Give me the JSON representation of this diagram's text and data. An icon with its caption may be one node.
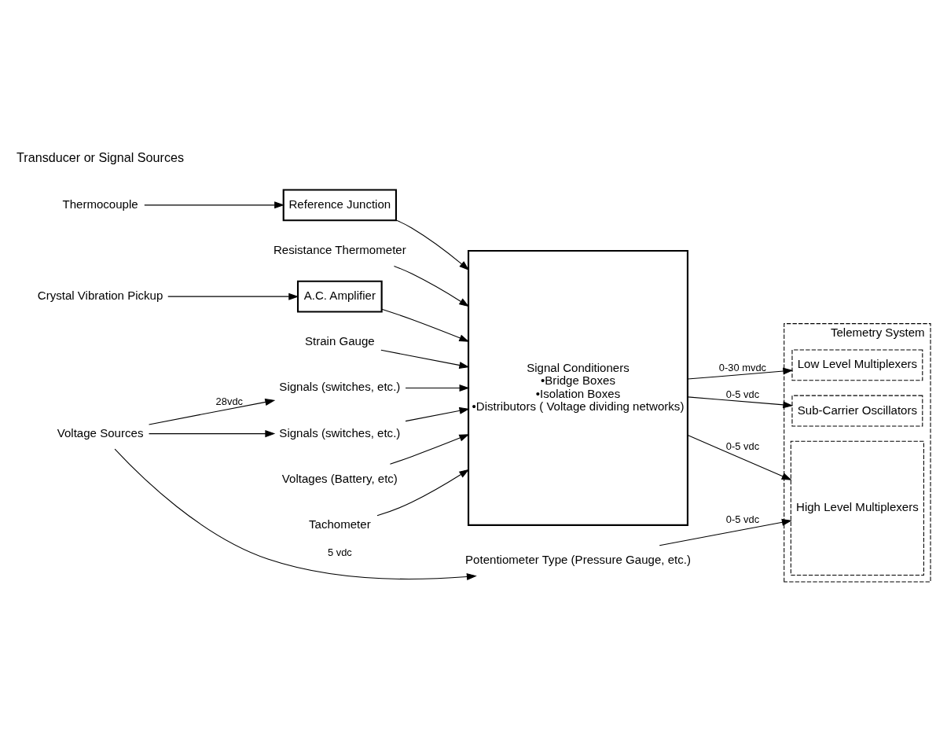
{
  "diagram": {
    "nodes": [
      {
        "text": [
          "Thermocouple"
        ]
      },
      {
        "text": [
          "Reference Junction"
        ]
      },
      {
        "text": [
          "Resistance Thermometer"
        ]
      },
      {
        "text": [
          "Crystal Vibration Pickup"
        ]
      },
      {
        "text": [
          "A.C. Amplifier"
        ]
      },
      {
        "text": [
          "Strain Gauge"
        ]
      },
      {
        "text": [
          "Signals (switches, etc.)"
        ]
      },
      {
        "text": [
          "Signals (switches, etc.)"
        ]
      },
      {
        "text": [
          "Voltages (Battery, etc)"
        ]
      },
      {
        "text": [
          "Tachometer"
        ]
      },
      {
        "text": [
          "Signal Conditioners",
          "•Bridge Boxes",
          "•Isolation Boxes",
          "•Distributors ( Voltage dividing networks)"
        ]
      },
      {
        "text": [
          "Telemetry System"
        ]
      },
      {
        "text": [
          "Low Level Multiplexers"
        ],
        "in": 11
      },
      {
        "text": [
          "Sub-Carrier Oscillators"
        ],
        "in": 11
      },
      {
        "text": [
          "High Level Multiplexers"
        ],
        "in": 11
      },
      {
        "text": [
          "Voltage Sources"
        ]
      },
      {
        "text": [
          "Potentiometer Type (Pressure Gauge, etc.)"
        ]
      }
    ],
    "edges": [
      {
        "from": 0,
        "to": 1,
        "arrow": "to"
      },
      {
        "from": 1,
        "to": 10,
        "arrow": "to"
      },
      {
        "from": 2,
        "to": 10,
        "arrow": "to"
      },
      {
        "from": 3,
        "to": 4,
        "arrow": "to"
      },
      {
        "from": 4,
        "to": 10,
        "arrow": "to"
      },
      {
        "from": 5,
        "to": 10,
        "arrow": "to"
      },
      {
        "from": 6,
        "to": 10,
        "arrow": "to"
      },
      {
        "from": 7,
        "to": 10,
        "arrow": "to"
      },
      {
        "from": 8,
        "to": 10,
        "arrow": "to"
      },
      {
        "from": 9,
        "to": 10,
        "arrow": "to"
      },
      {
        "from": 10,
        "to": 12,
        "arrow": "to",
        "label": "0-30 mvdc"
      },
      {
        "from": 10,
        "to": 13,
        "arrow": "to",
        "label": "0-5 vdc"
      },
      {
        "from": 10,
        "to": 14,
        "arrow": "to",
        "label": "0-5 vdc"
      },
      {
        "from": 15,
        "to": 6,
        "arrow": "to",
        "label": "28vdc"
      },
      {
        "from": 15,
        "to": 7,
        "arrow": "to"
      },
      {
        "from": 15,
        "to": 16,
        "arrow": "to",
        "label": "5 vdc"
      },
      {
        "from": 16,
        "to": 14,
        "arrow": "to",
        "label": "0-5 vdc"
      }
    ],
    "labels": [
      "Transducer or Signal Sources"
    ]
  }
}
